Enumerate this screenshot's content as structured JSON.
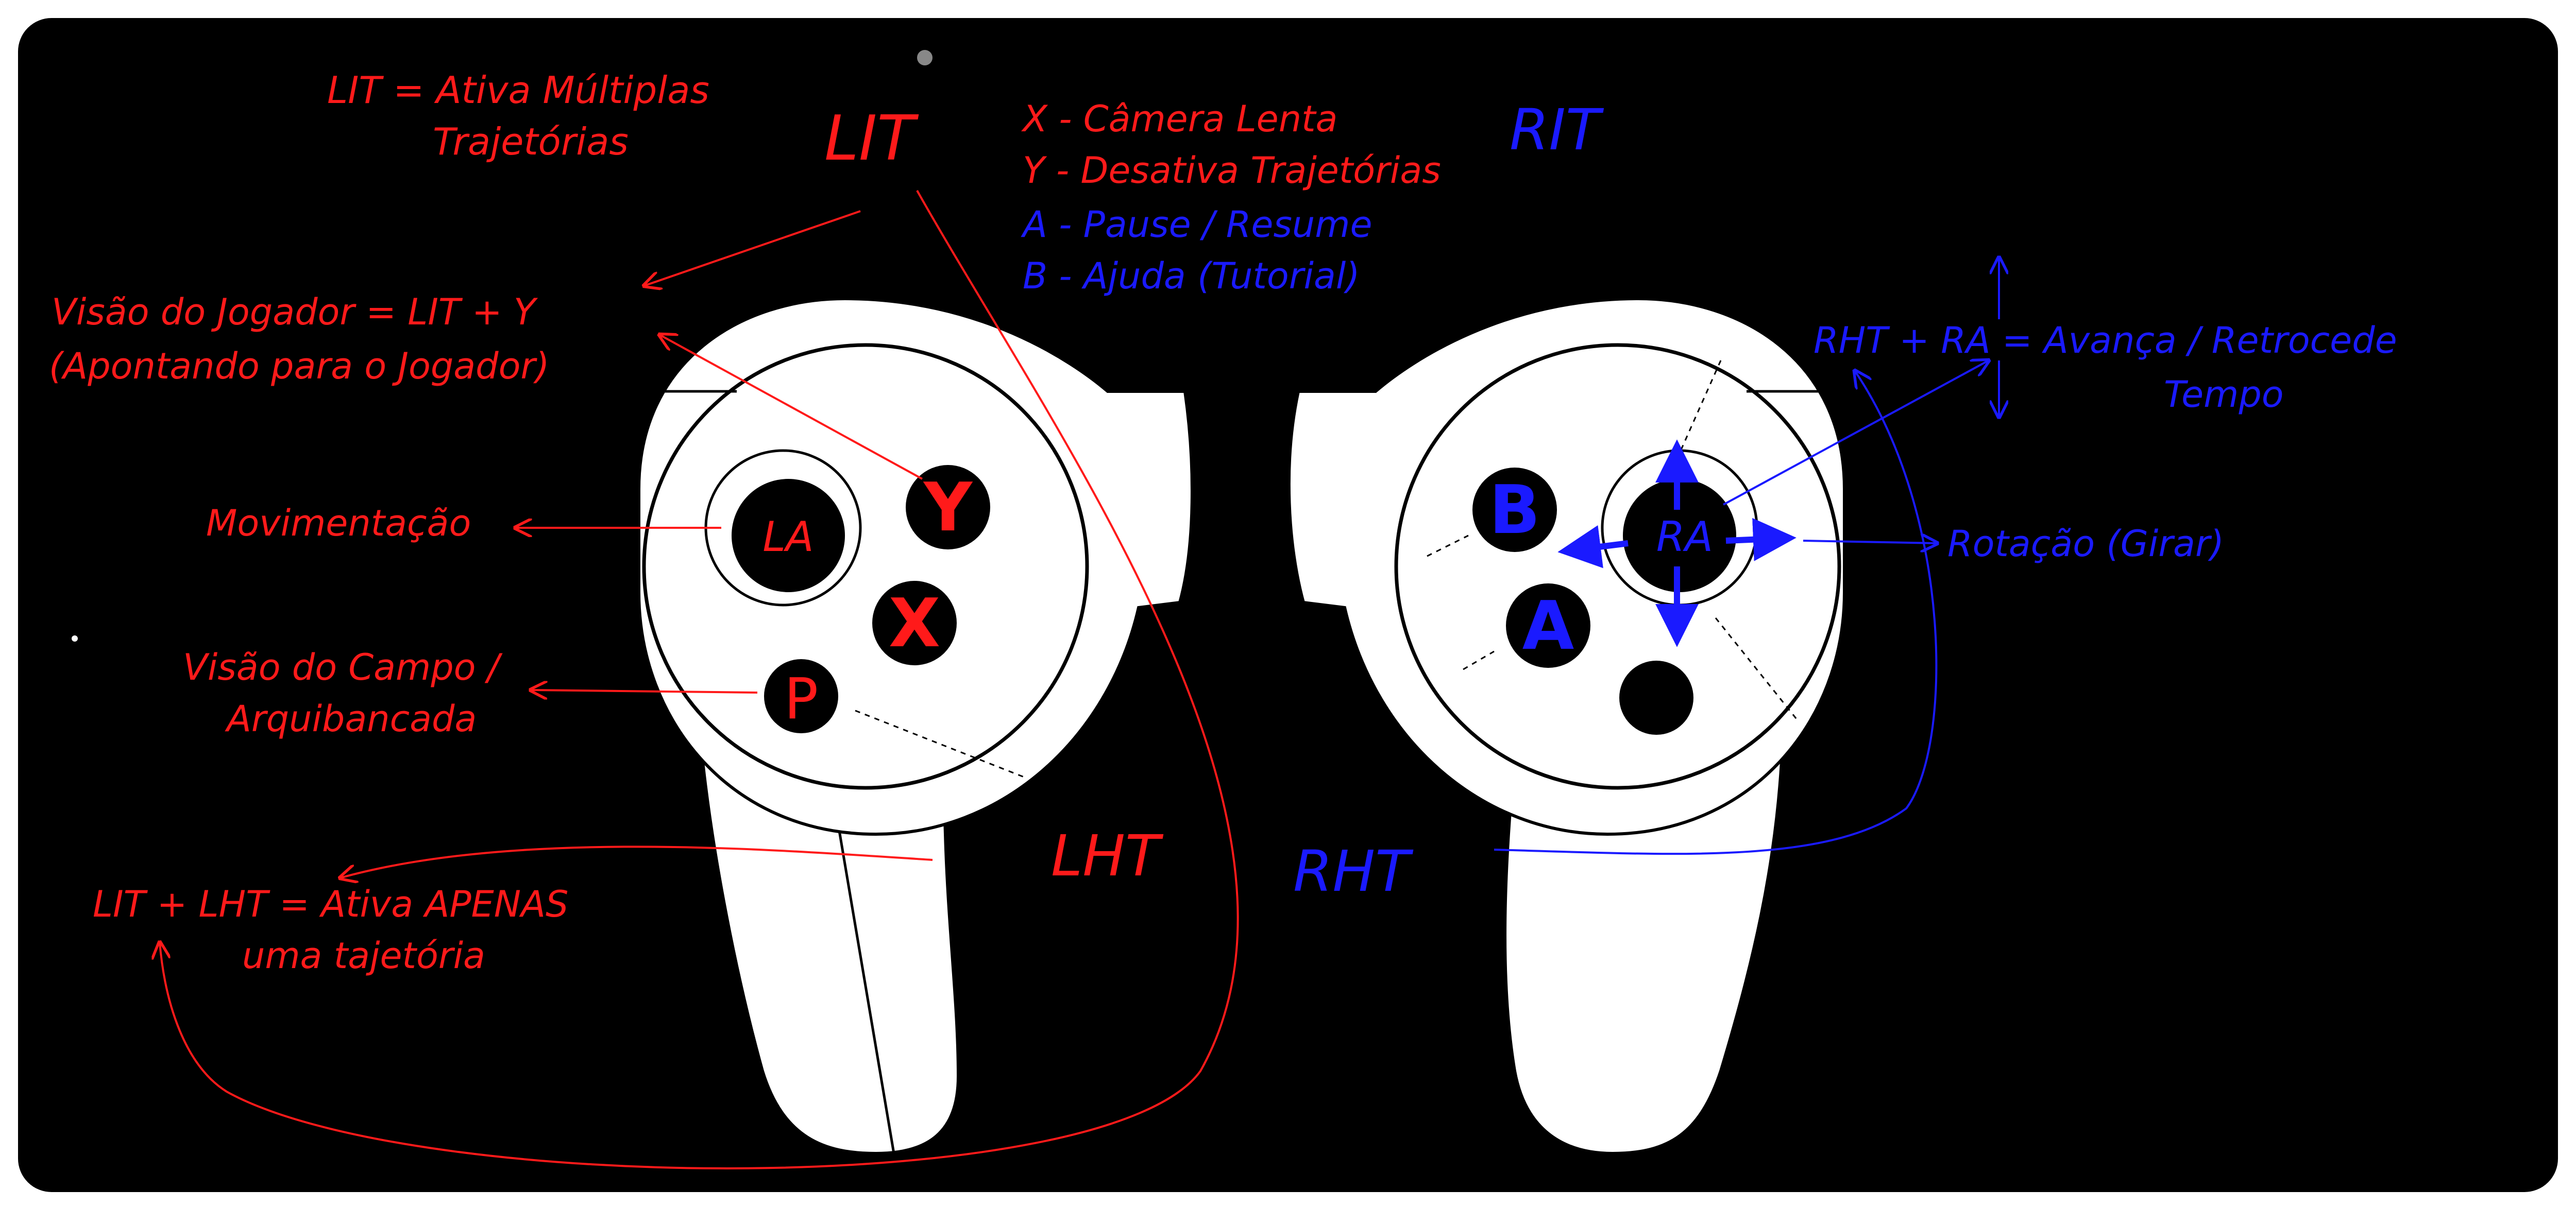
{
  "colors": {
    "background": "#000000",
    "frame_border": "#ffffff",
    "controller_body": "#ffffff",
    "controller_stroke": "#000000",
    "button_fill": "#000000",
    "left_annotation": "#ff1a1a",
    "right_annotation": "#1a1aff",
    "button_letter_red": "#ff1a1a",
    "button_letter_blue": "#1a1aff"
  },
  "left_controller": {
    "name": "left-controller",
    "buttons": {
      "y": "Y",
      "x": "X",
      "p": "P",
      "stick": "LA"
    }
  },
  "right_controller": {
    "name": "right-controller",
    "buttons": {
      "b": "B",
      "a": "A",
      "stick": "RA"
    }
  },
  "labels": {
    "lit_big": "LIT",
    "rit_big": "RIT",
    "lht_big": "LHT",
    "rht_big": "RHT",
    "lit_multi_line1": "LIT = Ativa Múltiplas",
    "lit_multi_line2": "Trajetórias",
    "x_desc": "X - Câmera Lenta",
    "y_desc": "Y - Desativa Trajetórias",
    "a_desc": "A - Pause / Resume",
    "b_desc": "B - Ajuda (Tutorial)",
    "player_view_line1": "Visão do Jogador = LIT + Y",
    "player_view_line2": "(Apontando para o Jogador)",
    "movement": "Movimentação",
    "field_view_line1": "Visão do Campo /",
    "field_view_line2": "Arquibancada",
    "lit_lht_line1": "LIT + LHT = Ativa APENAS",
    "lit_lht_line2": "uma tajetória",
    "rht_ra_line1": "RHT + RA = Avança / Retrocede",
    "rht_ra_line2": "Tempo",
    "rotation": "Rotação (Girar)"
  }
}
